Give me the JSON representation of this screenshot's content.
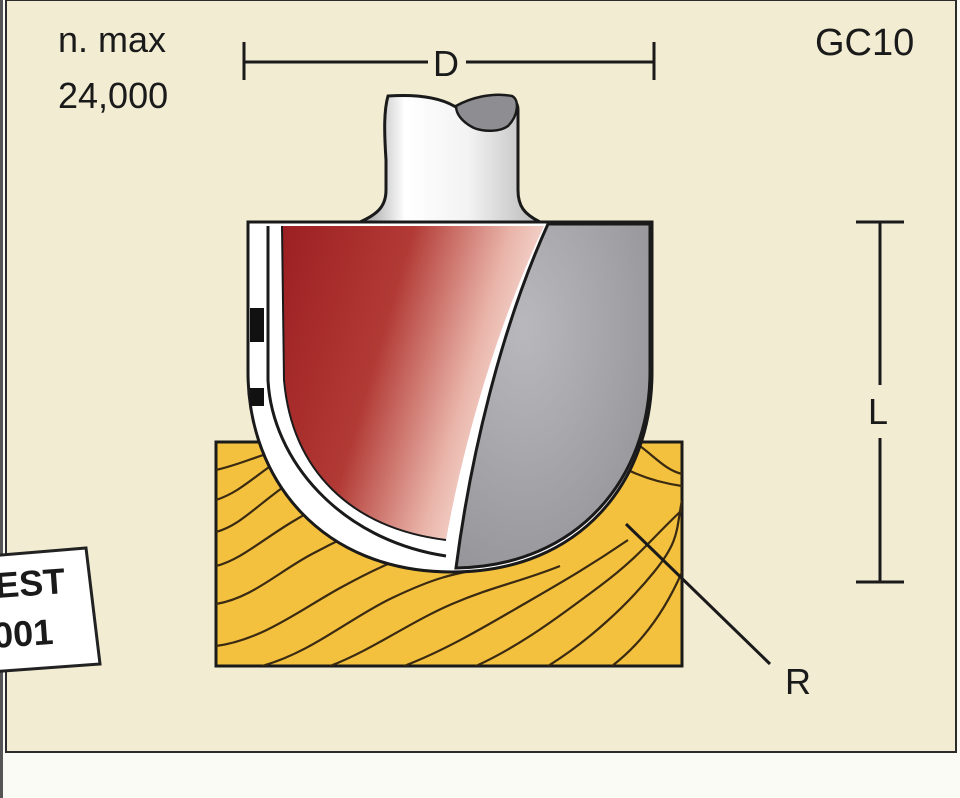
{
  "speed": {
    "line1": "n. max",
    "line2": "24,000"
  },
  "code": "GC10",
  "dimensions": {
    "diameter": "D",
    "length": "L",
    "radius": "R"
  },
  "stamp": {
    "line1": "EST",
    "line2": "001"
  },
  "colors": {
    "panel": "#f1ecd2",
    "wood": "#f3c13e",
    "grain": "#3a2a12",
    "cutter_red": "#a8282a",
    "body_gray": "#a9a9ad",
    "outline": "#111111"
  }
}
